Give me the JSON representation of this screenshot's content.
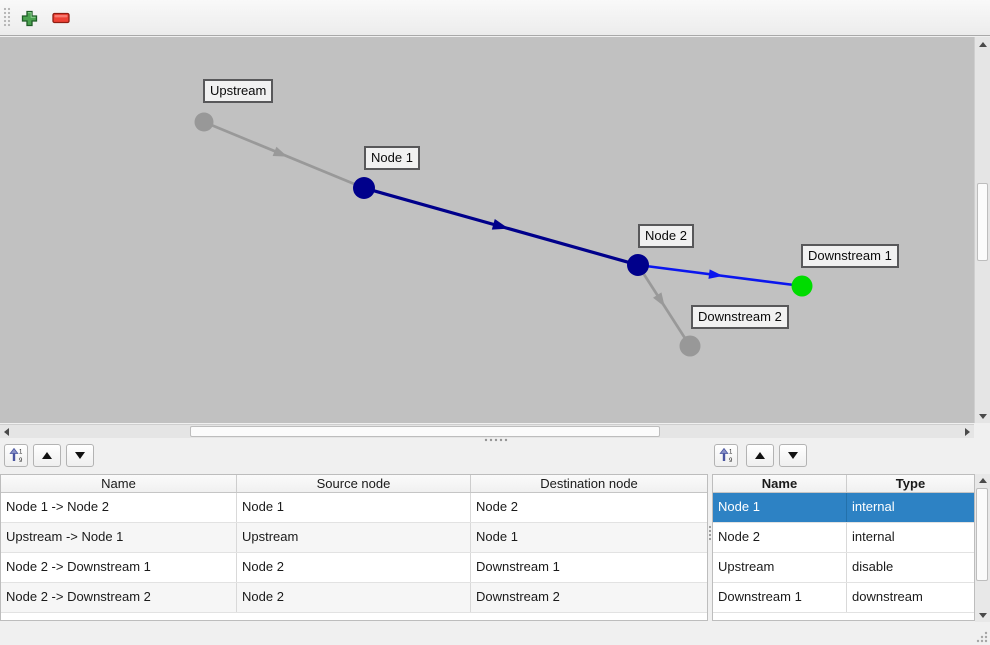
{
  "colors": {
    "canvas_bg": "#c1c1c1",
    "selection": "#2d82c4",
    "node_internal": "#00008b",
    "node_gray": "#989898",
    "node_downstream": "#00dc00",
    "edge_gray": "#999999",
    "edge_internal": "#00008b",
    "edge_active": "#0b16ee"
  },
  "icons": {
    "sort_digit_top": "1",
    "sort_digit_bottom": "9"
  },
  "graph": {
    "nodes": [
      {
        "label": "Upstream",
        "color": "#989898"
      },
      {
        "label": "Node 1",
        "color": "#00008b"
      },
      {
        "label": "Node 2",
        "color": "#00008b"
      },
      {
        "label": "Downstream 1",
        "color": "#00dc00"
      },
      {
        "label": "Downstream 2",
        "color": "#989898"
      }
    ],
    "edges": [
      {
        "name": "Upstream -> Node 1",
        "color": "#999999"
      },
      {
        "name": "Node 1 -> Node 2",
        "color": "#00008b"
      },
      {
        "name": "Node 2 -> Downstream 1",
        "color": "#0b16ee"
      },
      {
        "name": "Node 2 -> Downstream 2",
        "color": "#999999"
      }
    ]
  },
  "edges_panel": {
    "table": {
      "headers": [
        "Name",
        "Source node",
        "Destination node"
      ],
      "rows": [
        {
          "name": "Node 1 -> Node 2",
          "source": "Node 1",
          "destination": "Node 2"
        },
        {
          "name": "Upstream -> Node 1",
          "source": "Upstream",
          "destination": "Node 1"
        },
        {
          "name": "Node 2 -> Downstream 1",
          "source": "Node 2",
          "destination": "Downstream 1"
        },
        {
          "name": "Node 2 -> Downstream 2",
          "source": "Node 2",
          "destination": "Downstream 2"
        }
      ]
    }
  },
  "nodes_panel": {
    "table": {
      "headers": [
        "Name",
        "Type"
      ],
      "selected_row": "Node 1",
      "rows": [
        {
          "name": "Node 1",
          "type": "internal"
        },
        {
          "name": "Node 2",
          "type": "internal"
        },
        {
          "name": "Upstream",
          "type": "disable"
        },
        {
          "name": "Downstream 1",
          "type": "downstream"
        }
      ]
    }
  }
}
